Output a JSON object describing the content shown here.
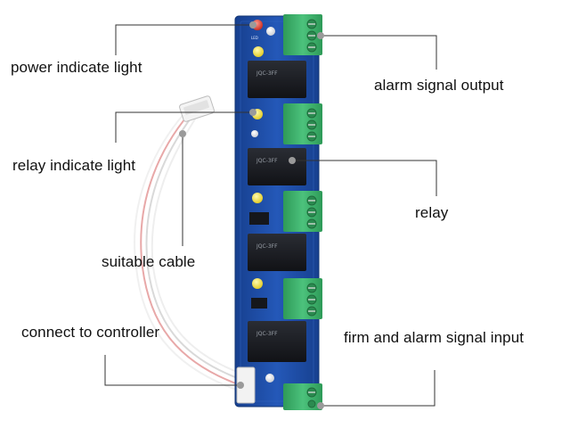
{
  "labels": {
    "power_indicate_light": "power indicate light",
    "alarm_signal_output": "alarm signal output",
    "relay_indicate_light": "relay indicate light",
    "relay": "relay",
    "suitable_cable": "suitable cable",
    "connect_to_controller": "connect to controller",
    "firm_and_alarm_signal_input": "firm and alarm signal input"
  },
  "board_markings": {
    "relay_brand": "JQC-3FF",
    "led_label": "LED"
  },
  "colors": {
    "pcb_blue": "#1f4fa8",
    "terminal_green": "#3fae6a",
    "relay_black": "#1b1d22",
    "led_yellow": "#f2e33a",
    "led_red": "#e23b2e",
    "leader_line": "#333333"
  }
}
